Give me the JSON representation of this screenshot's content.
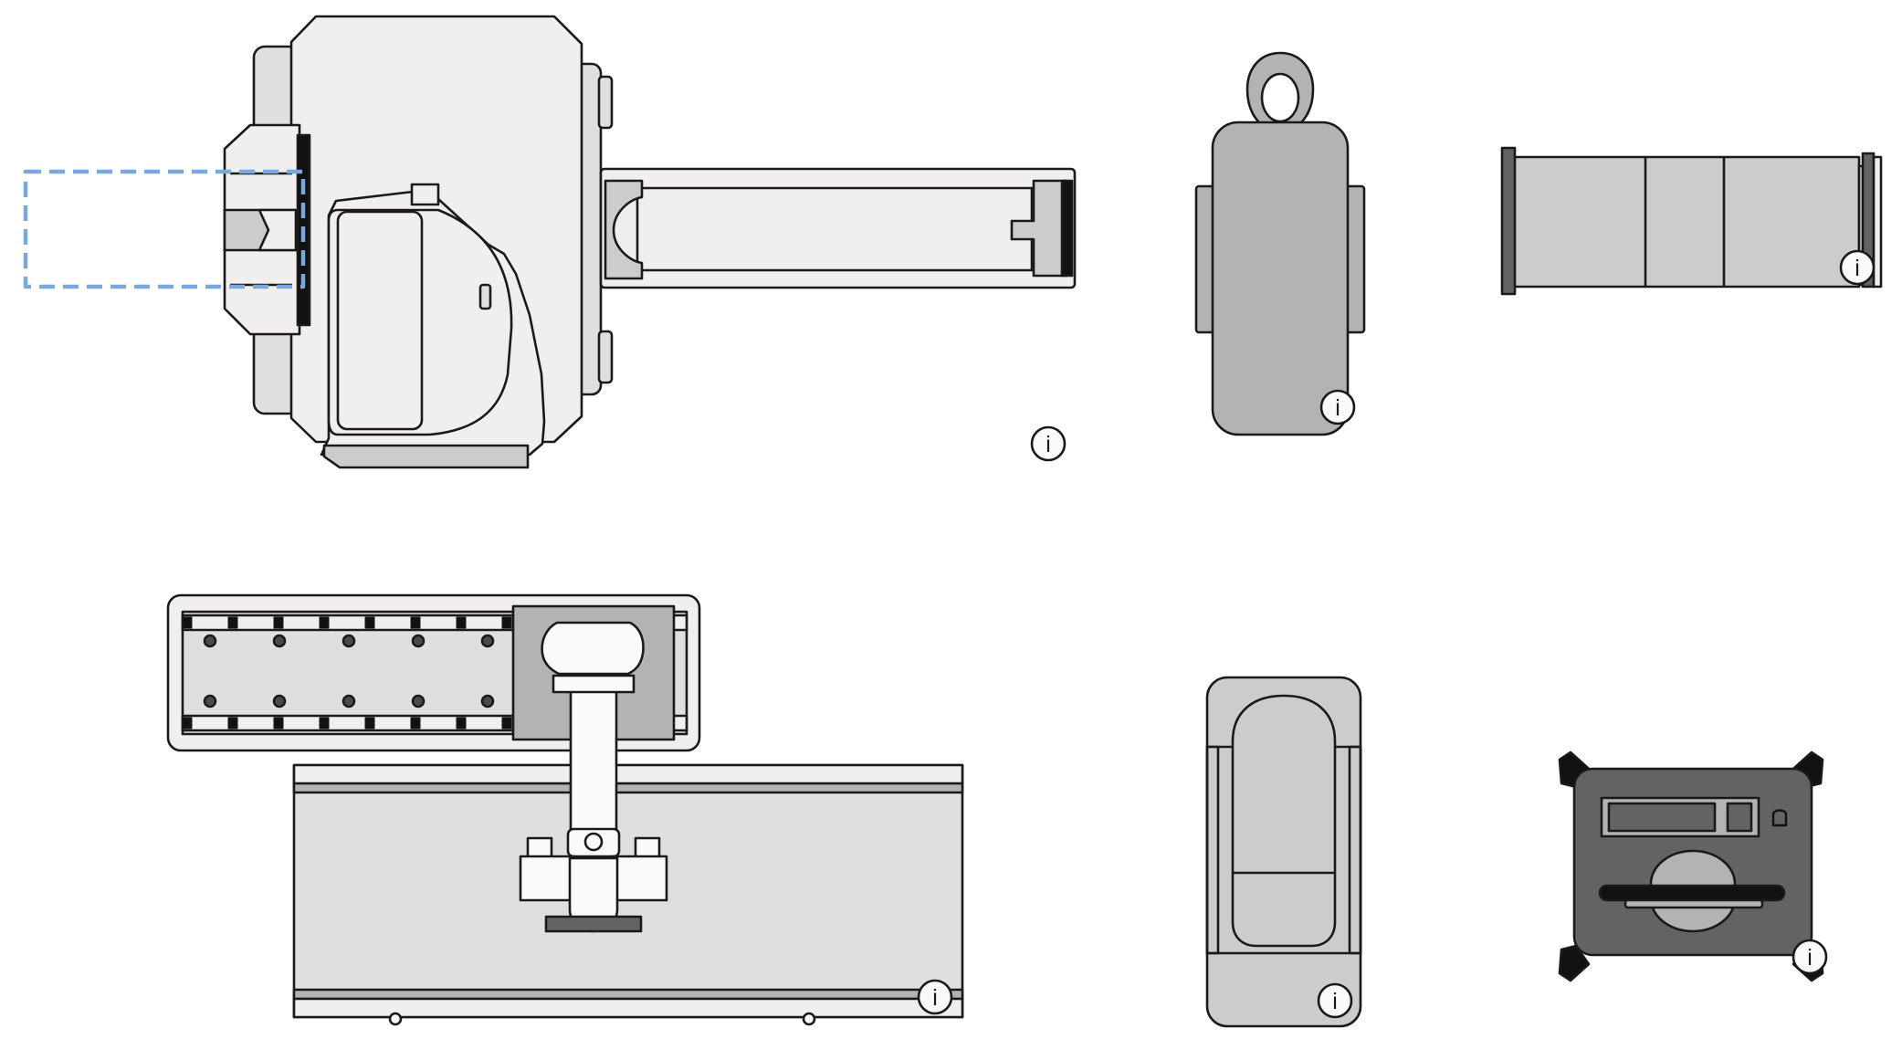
{
  "canvas": {
    "background": "#ffffff",
    "stroke": "#1a1a1a",
    "fills": {
      "light": "#f0efed",
      "mid_light": "#e0dfdf",
      "mid": "#cccccc",
      "mid_dark": "#b3b3b3",
      "dark": "#636363",
      "black": "#111111",
      "white": "#fafaf8"
    },
    "selection_color": "#79a8dc"
  },
  "components": [
    {
      "id": "modular-rail-assembly",
      "icon": "info-icon",
      "selected_region": true
    },
    {
      "id": "compact-pendant-unit",
      "icon": "info-icon"
    },
    {
      "id": "tubular-segment",
      "icon": "info-icon"
    },
    {
      "id": "linear-slide-assembly",
      "icon": "info-icon"
    },
    {
      "id": "upright-housing",
      "icon": "info-icon"
    },
    {
      "id": "control-module",
      "icon": "info-icon"
    }
  ],
  "info_glyph": "i"
}
